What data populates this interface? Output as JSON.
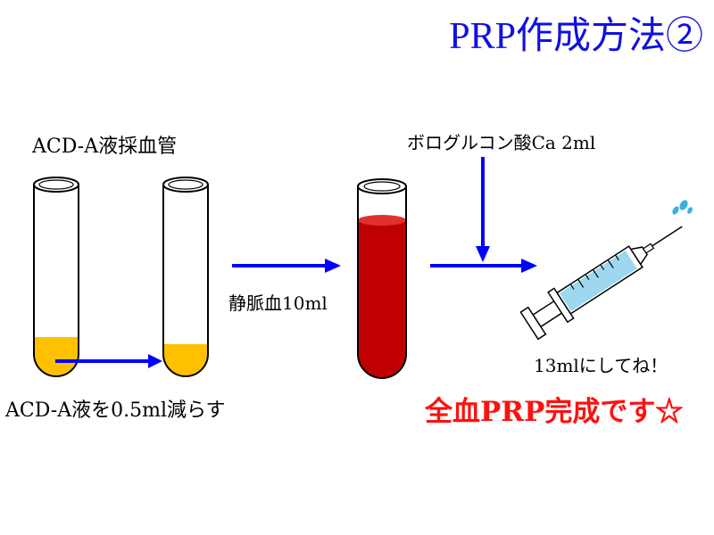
{
  "title": "PRP作成方法②",
  "tube_label": "ACD-A液採血管",
  "reduce_label": "ACD-A液を0.5ml減らす",
  "blood_label": "静脈血10ml",
  "additive_label": "ボログルコン酸Ca 2ml",
  "volume_note": "13mlにしてね！",
  "result_text": "全血PRP完成です☆",
  "colors": {
    "title": "#1010e0",
    "arrow": "#0000ff",
    "acd_liquid": "#ffc000",
    "blood": "#c00000",
    "syringe_fluid": "#9dd8f0",
    "result": "#ff1010"
  }
}
